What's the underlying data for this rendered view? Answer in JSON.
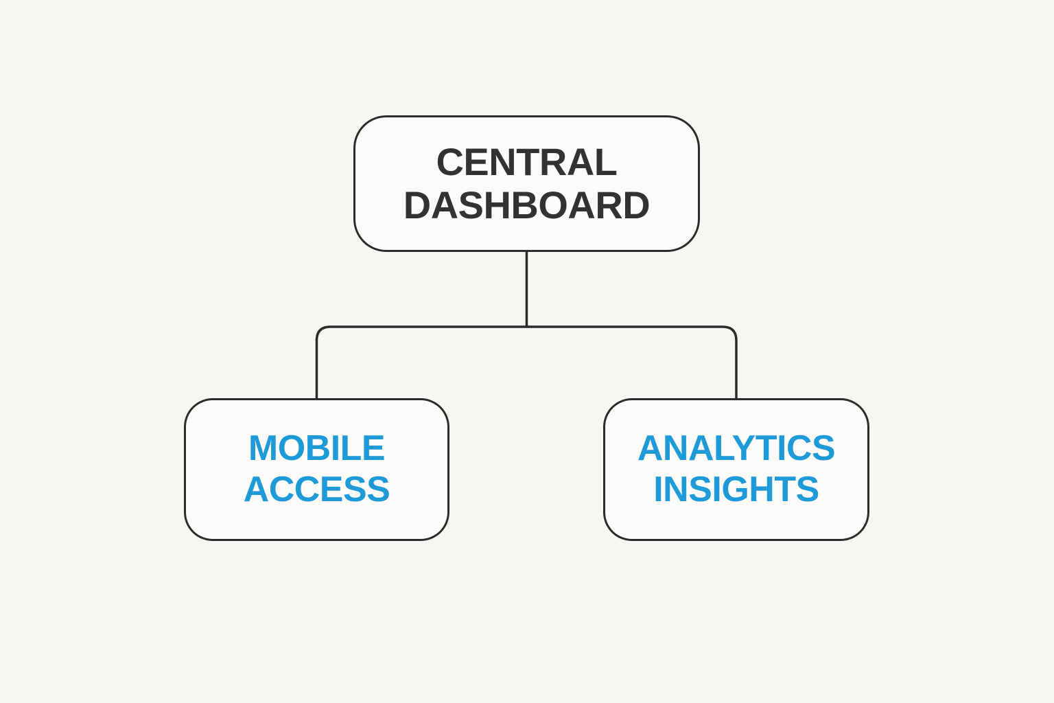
{
  "diagram": {
    "type": "tree",
    "nodes": {
      "central": {
        "id": "central-dashboard",
        "line1": "CENTRAL",
        "line2": "DASHBOARD",
        "text_color": "#323234",
        "role": "root"
      },
      "mobile": {
        "id": "mobile-access",
        "line1": "MOBILE",
        "line2": "ACCESS",
        "text_color": "#1e9ad8",
        "role": "child"
      },
      "analytics": {
        "id": "analytics-insights",
        "line1": "ANALYTICS",
        "line2": "INSIGHTS",
        "text_color": "#1e9ad8",
        "role": "child"
      }
    },
    "edges": [
      {
        "from": "central-dashboard",
        "to": "mobile-access"
      },
      {
        "from": "central-dashboard",
        "to": "analytics-insights"
      }
    ],
    "colors": {
      "background": "#f7f6f3",
      "node_fill": "#fcfbf9",
      "node_border": "#2b2b2b",
      "connector": "#2b2b2b",
      "accent_blue": "#1e9ad8",
      "heading_dark": "#323234"
    }
  }
}
